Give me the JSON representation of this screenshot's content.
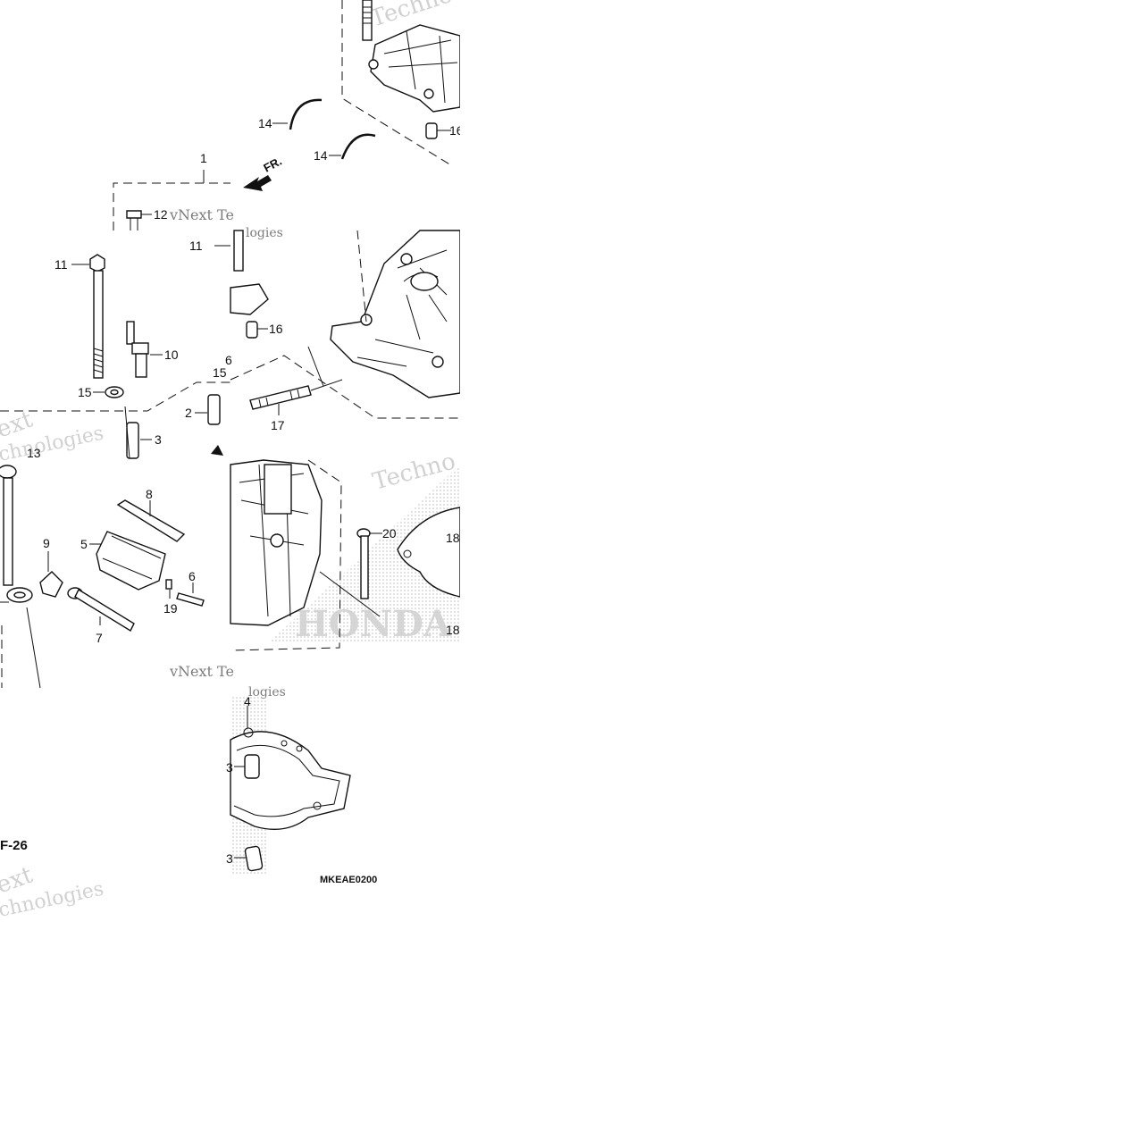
{
  "diagram": {
    "callouts": {
      "c1": "1",
      "c2": "2",
      "c3a": "3",
      "c3b": "3",
      "c3c": "3",
      "c4": "4",
      "c5": "5",
      "c6a": "6",
      "c6b": "6",
      "c7": "7",
      "c8": "8",
      "c9": "9",
      "c10": "10",
      "c11a": "11",
      "c11b": "11",
      "c12": "12",
      "c13": "13",
      "c14a": "14",
      "c14b": "14",
      "c15a": "15",
      "c15b": "15",
      "c16a": "16",
      "c16b": "16",
      "c17": "17",
      "c18a": "18",
      "c18b": "18",
      "c19": "19",
      "c20": "20"
    },
    "front_marker": "FR.",
    "page_ref": "F-26",
    "diagram_code": "MKEAE0200",
    "watermarks": {
      "w1": "Techno",
      "w2": "vNext Te",
      "w3": "logies",
      "w4": "ext",
      "w5": "chnologies",
      "w6": "Techno",
      "w7": "vNext Te",
      "w8": "logies",
      "w9": "ext",
      "w10": "chnologies"
    },
    "brand_watermark": "HONDA"
  },
  "colors": {
    "line": "#111111",
    "watermark": "#c9c9c9",
    "stipple": "#bdbdbd"
  }
}
